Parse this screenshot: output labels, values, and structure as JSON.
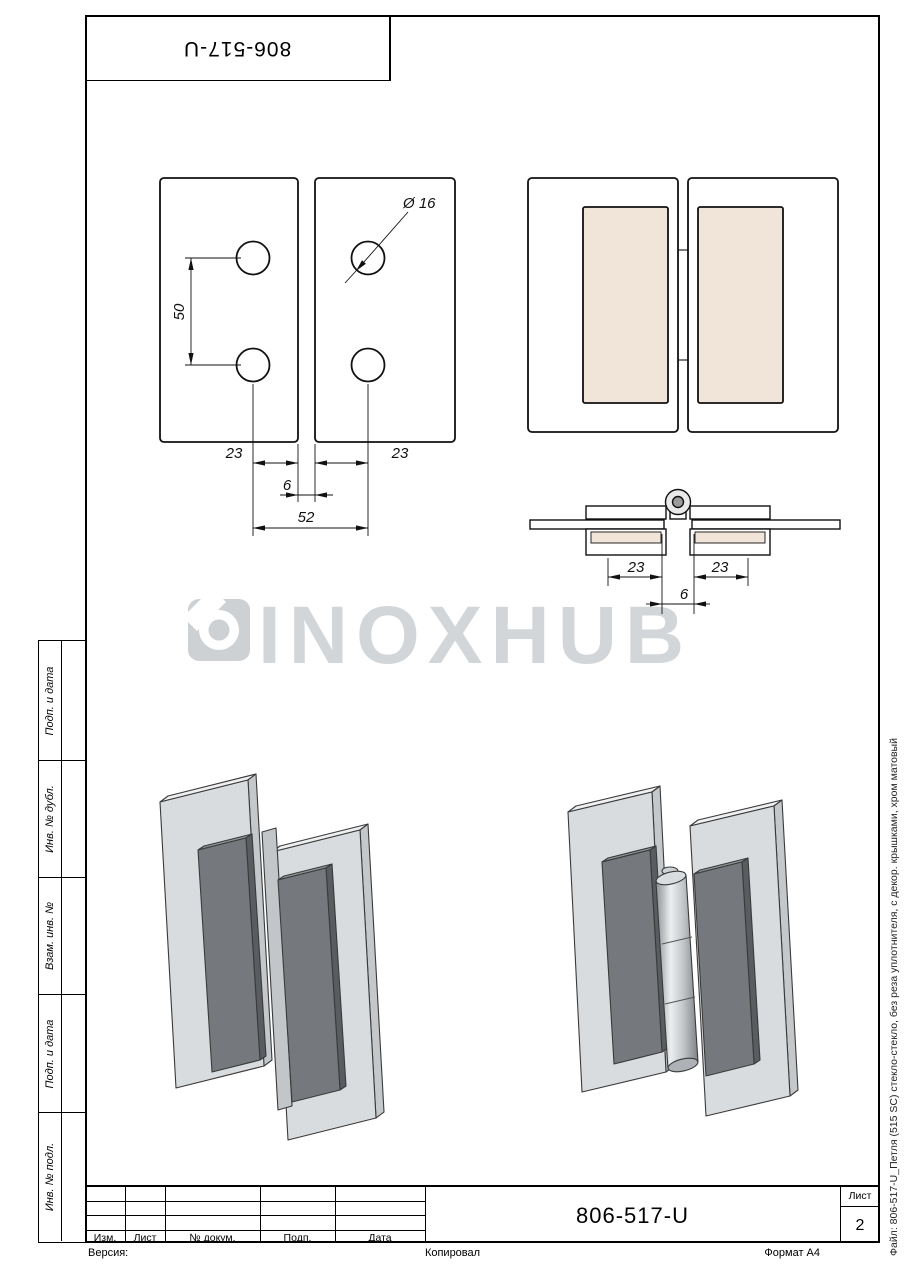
{
  "part_number": "806-517-U",
  "watermark": {
    "text": "INOXHUB"
  },
  "front_view": {
    "dim_diameter": "Ø 16",
    "dim_vertical": "50",
    "dim_left": "23",
    "dim_right": "23",
    "dim_gap": "6",
    "dim_total": "52"
  },
  "section_view": {
    "dim_left": "23",
    "dim_right": "23",
    "dim_gap": "6"
  },
  "left_stamps": [
    {
      "label": "Подп. и дата"
    },
    {
      "label": "Инв. № дубл."
    },
    {
      "label": "Взам. инв. №"
    },
    {
      "label": "Подп. и дата"
    },
    {
      "label": "Инв. № подл."
    }
  ],
  "title_block": {
    "col_izm": "Изм.",
    "col_list": "Лист",
    "col_doc": "№ докум.",
    "col_sign": "Подп.",
    "col_date": "Дата",
    "sheet_label": "Лист",
    "sheet_number": "2"
  },
  "footer": {
    "version_label": "Версия:",
    "copied_label": "Копировал",
    "format_label": "Формат A4"
  },
  "side_note": "Файл: 806-517-U_Петля (515 SC) стекло-стекло, без реза уплотнителя, с декор. крышками, хром матовый"
}
